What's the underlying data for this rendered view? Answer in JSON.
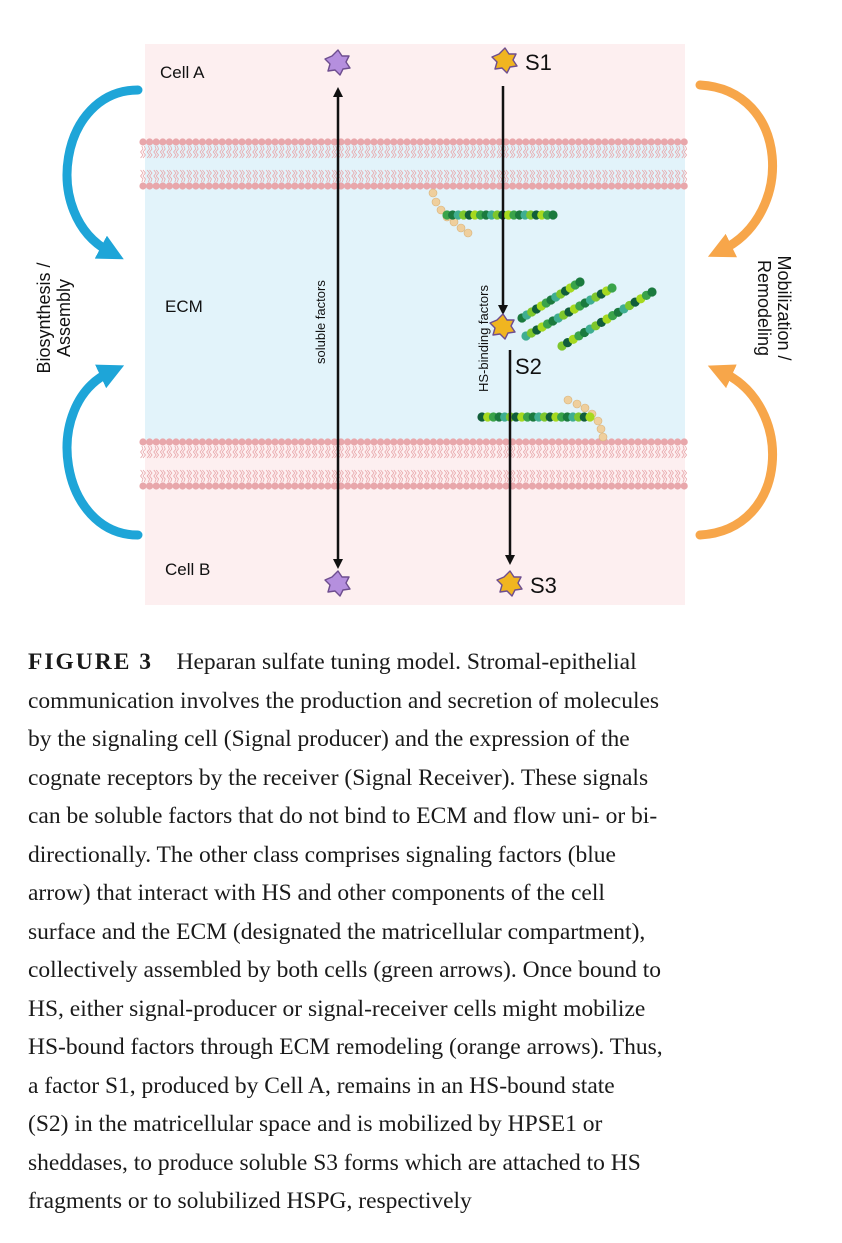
{
  "figure": {
    "labels": {
      "cell_a": "Cell A",
      "cell_b": "Cell B",
      "ecm": "ECM",
      "soluble_factors": "soluble factors",
      "hs_binding_factors": "HS-binding factors",
      "s1": "S1",
      "s2": "S2",
      "s3": "S3",
      "left_side_line1": "Biosynthesis /",
      "left_side_line2": "Assembly",
      "right_side_line1": "Mobilization /",
      "right_side_line2": "Remodeling"
    },
    "colors": {
      "cell_background": "#fdeff0",
      "ecm_background": "#e2f3fa",
      "membrane": "#e8a7ab",
      "blue_arrow": "#1ea5d8",
      "orange_arrow": "#f7a64a",
      "soluble_factor": "#b58fde",
      "hs_factor": "#f0b520"
    }
  },
  "caption": {
    "label": "FIGURE 3",
    "lines": [
      "Heparan sulfate tuning model. Stromal-epithelial",
      "communication involves the production and secretion of molecules",
      "by the signaling cell (Signal producer) and the expression of the",
      "cognate receptors by the receiver (Signal Receiver). These signals",
      "can be soluble factors that do not bind to ECM and flow uni- or bi-",
      "directionally. The other class comprises signaling factors (blue",
      "arrow) that interact with HS and other components of the cell",
      "surface and the ECM (designated the matricellular compartment),",
      "collectively assembled by both cells (green arrows). Once bound to",
      "HS, either signal-producer or signal-receiver cells might mobilize",
      "HS-bound factors through ECM remodeling (orange arrows). Thus,",
      "a factor S1, produced by Cell A, remains in an HS-bound state",
      "(S2) in the matricellular space and is mobilized by HPSE1 or",
      "sheddases, to produce soluble S3 forms which are attached to HS",
      "fragments or to solubilized HSPG, respectively"
    ]
  }
}
